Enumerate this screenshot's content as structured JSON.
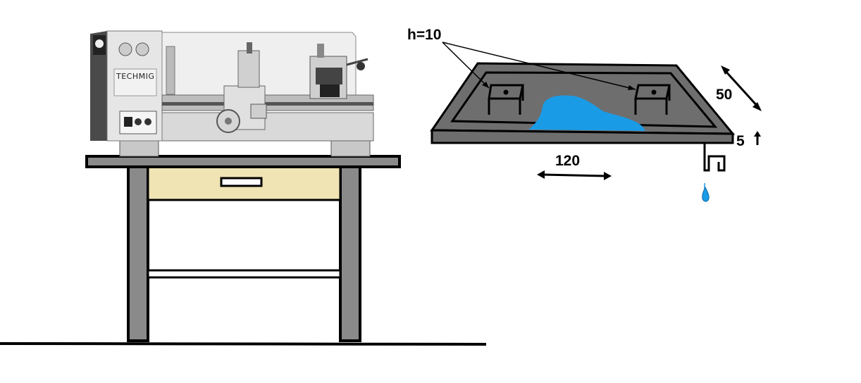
{
  "lathe": {
    "brand_text": "TECHMIG",
    "table_top_color": "#8a8a8a",
    "drawer_color": "#f0e4b4",
    "leg_color": "#8a8a8a"
  },
  "tray": {
    "fill_color": "#6e6e6e",
    "liquid_color": "#1a9be6",
    "height_label": "h=10",
    "length_label": "120",
    "width_label": "50",
    "rim_label": "5"
  },
  "icons": {
    "drop": "drip-drop-icon",
    "up_arrow": "up-arrow-icon"
  }
}
